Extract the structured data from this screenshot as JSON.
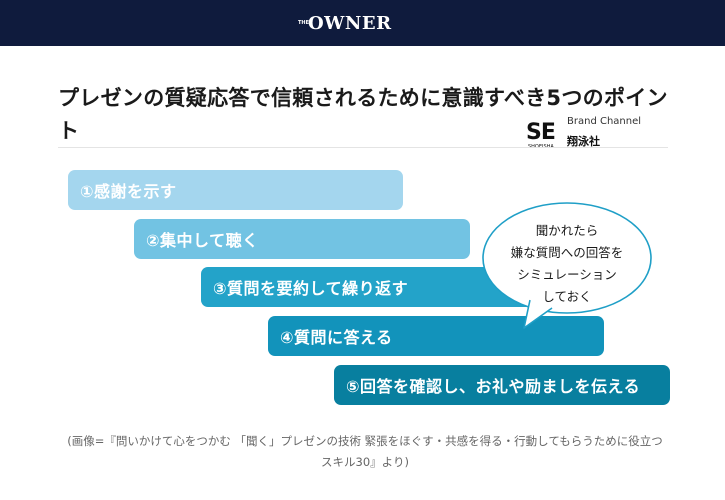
{
  "header": {
    "logo_small": "THE",
    "logo_main": "OWNER"
  },
  "article": {
    "title": "プレゼンの質疑応答で信頼されるために意識すべき5つのポイント"
  },
  "brand": {
    "mark": "SE",
    "mark_sub": "SHOEISHA",
    "label": "Brand Channel",
    "company": "翔泳社"
  },
  "figure": {
    "steps": [
      "①感謝を示す",
      "②集中して聴く",
      "③質問を要約して繰り返す",
      "④質問に答える",
      "⑤回答を確認し、お礼や励ましを伝える"
    ],
    "bubble_lines": [
      "聞かれたら",
      "嫌な質問への回答を",
      "シミュレーション",
      "しておく"
    ],
    "colors": [
      "#a4d6ee",
      "#72c3e3",
      "#23a3c9",
      "#1293bb",
      "#087f9f"
    ]
  },
  "caption": "(画像=『問いかけて心をつかむ 「聞く」プレゼンの技術 緊張をほぐす・共感を得る・行動してもらうために役立つスキル30』より)"
}
